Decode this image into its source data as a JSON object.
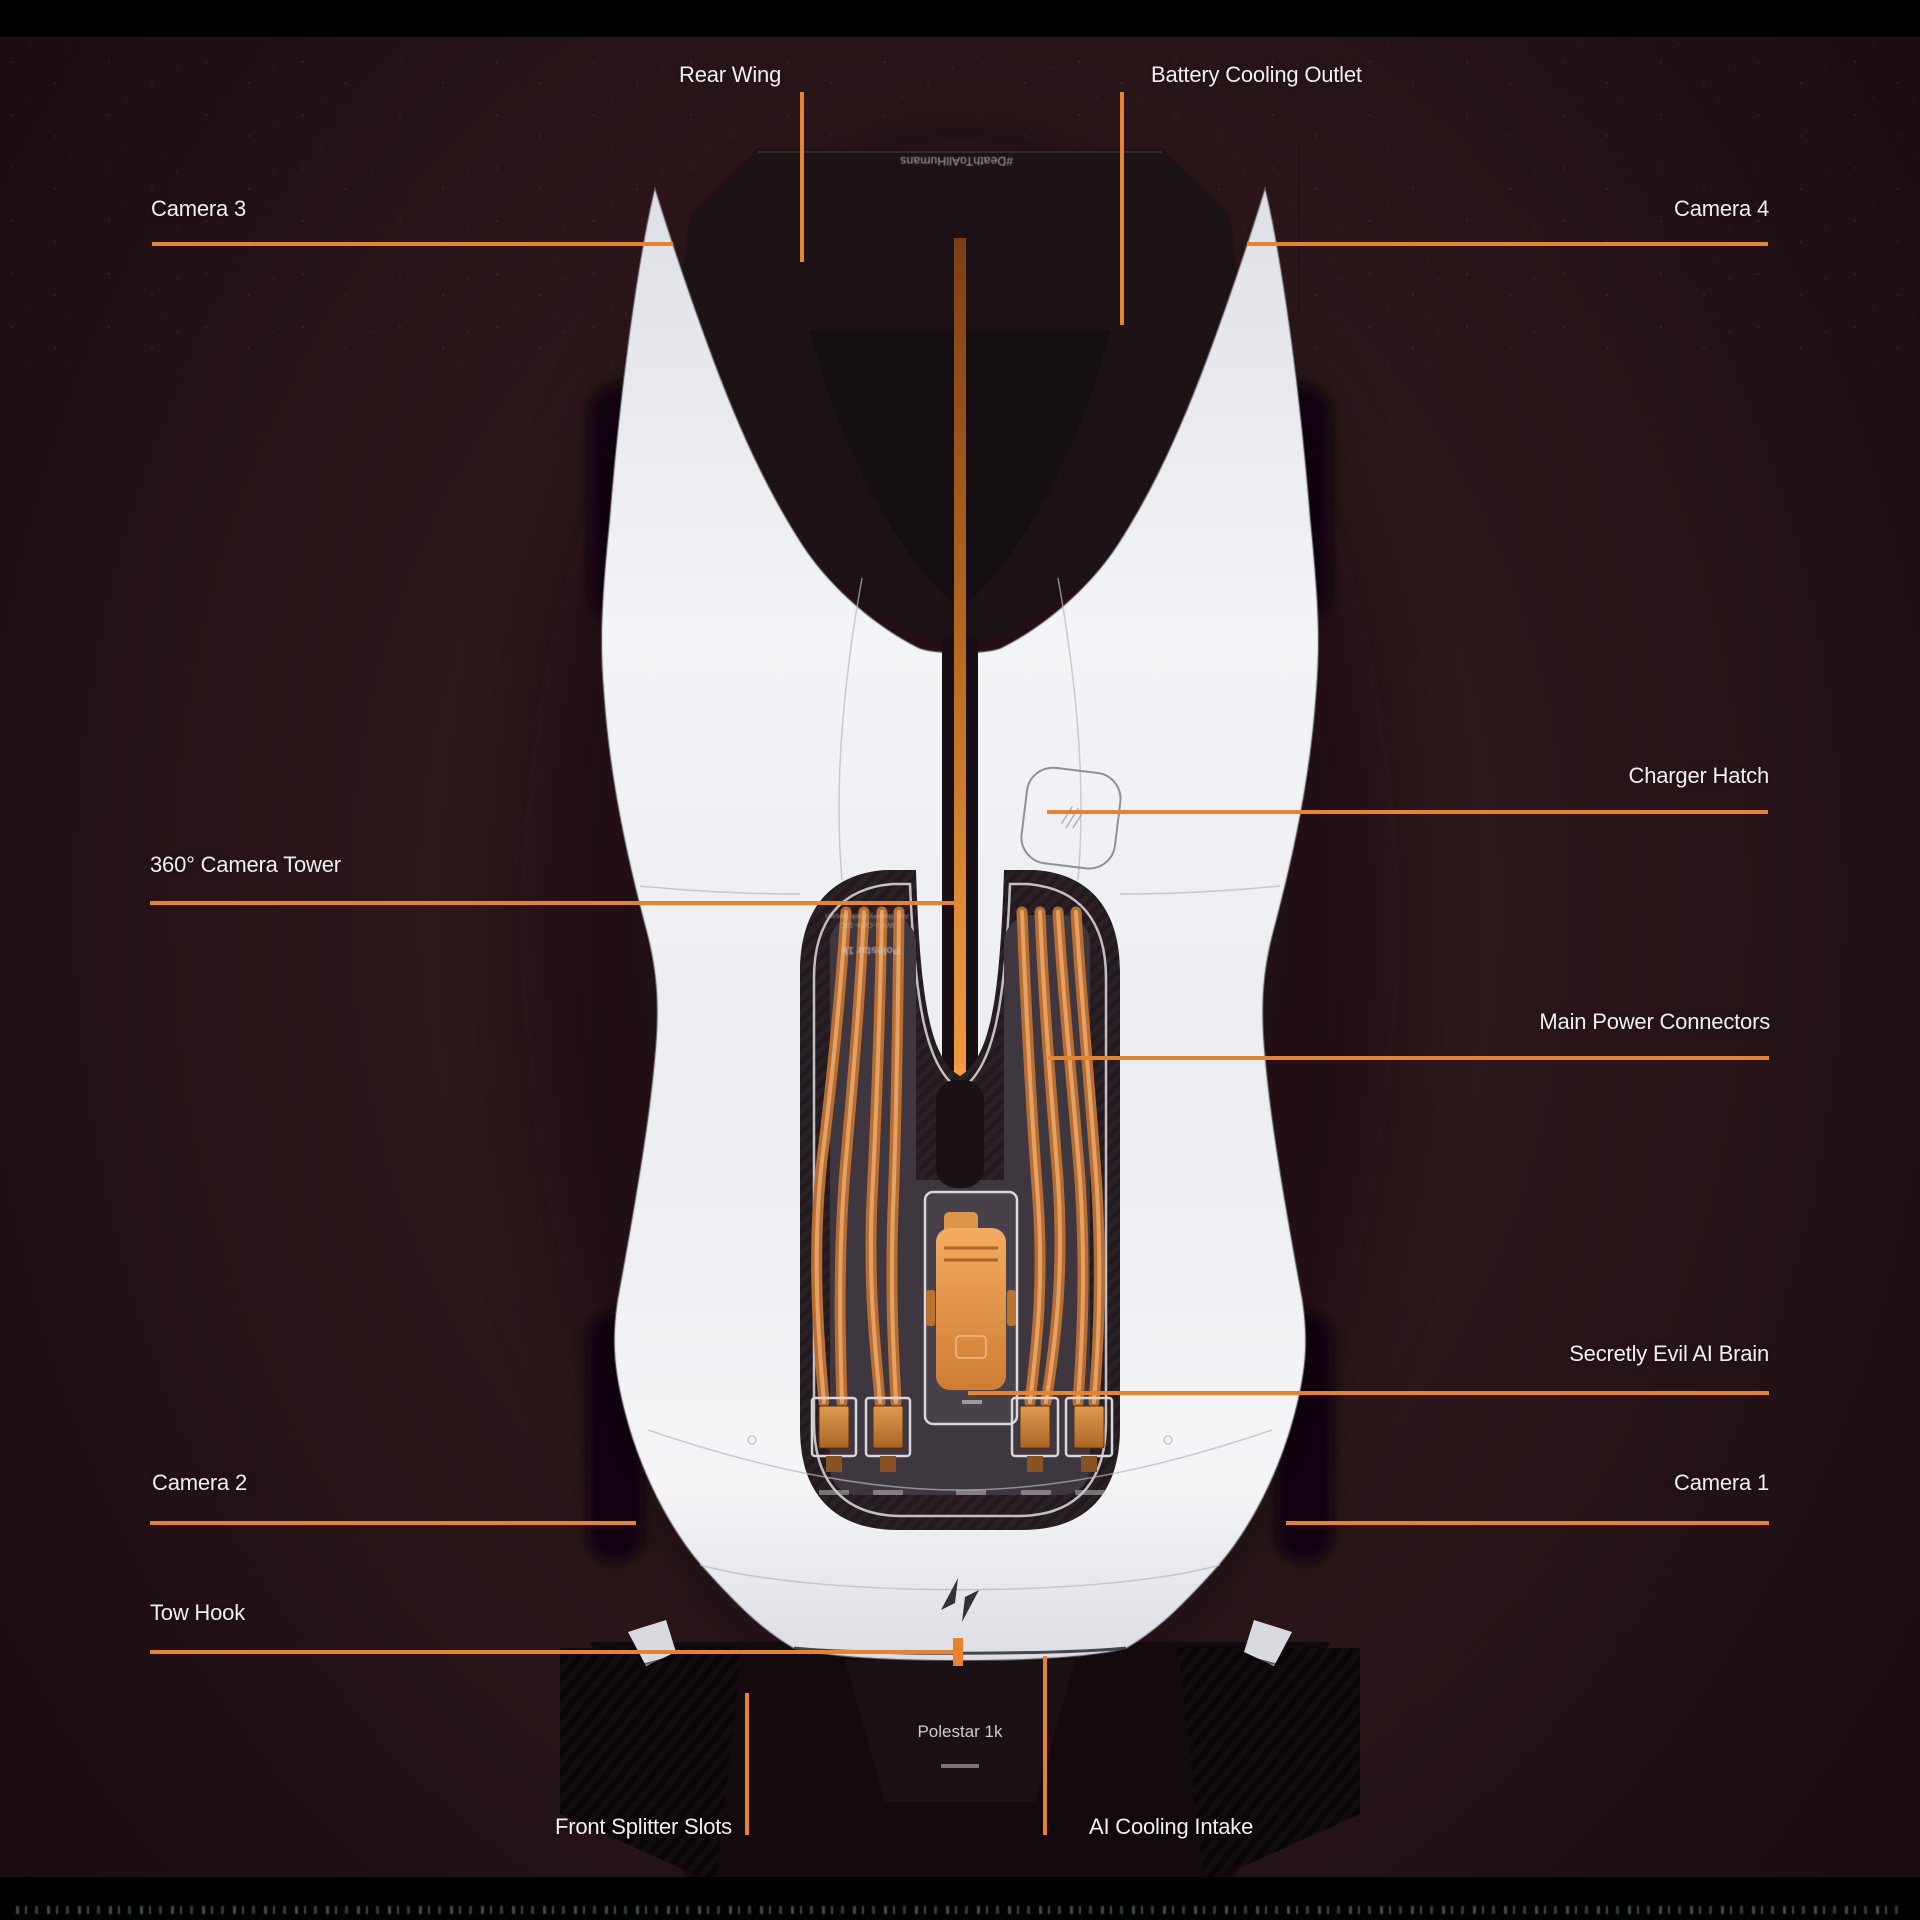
{
  "colors": {
    "accent_orange": "#E8822C",
    "background_maroon": "#2B171A",
    "car_body_white": "#EDEEF2",
    "label_text": "#F2EEEF",
    "cable_orange": "#C9762F"
  },
  "annotations": {
    "rear_wing": {
      "label": "Rear Wing"
    },
    "battery_cooling_outlet": {
      "label": "Battery Cooling Outlet"
    },
    "camera_3": {
      "label": "Camera 3"
    },
    "camera_4": {
      "label": "Camera 4"
    },
    "charger_hatch": {
      "label": "Charger Hatch"
    },
    "camera_tower_360": {
      "label": "360° Camera Tower"
    },
    "main_power_connectors": {
      "label": "Main Power Connectors"
    },
    "secretly_evil_ai_brain": {
      "label": "Secretly Evil AI Brain"
    },
    "camera_2": {
      "label": "Camera 2"
    },
    "camera_1": {
      "label": "Camera 1"
    },
    "tow_hook": {
      "label": "Tow Hook"
    },
    "front_splitter_slots": {
      "label": "Front Splitter Slots"
    },
    "ai_cooling_intake": {
      "label": "AI Cooling Intake"
    }
  },
  "car_markings": {
    "model_caption": "Polestar 1k",
    "rear_deck_text": "#DeathToAllHumans",
    "battery_pack_code": "W-P2-Cells-10C",
    "battery_pack_design": "AVL Battery Pack Design",
    "battery_pack_brand": "Polestar 1k"
  }
}
